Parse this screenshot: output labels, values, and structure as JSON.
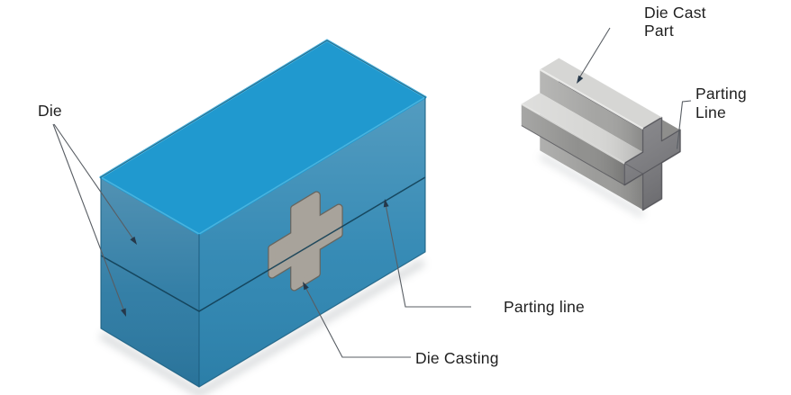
{
  "page": {
    "background": "#ffffff",
    "kind": "die casting process diagram"
  },
  "labels": {
    "die": "Die",
    "parting_line_box": "Parting line",
    "die_casting": "Die Casting",
    "die_cast_part": [
      "Die Cast",
      "Part"
    ],
    "parting_line_part": [
      "Parting",
      "Line"
    ]
  },
  "colors": {
    "box_top": "#2099cf",
    "box_front": "#2e86b2",
    "box_left": "#2c7aa3",
    "box_edge_highlight": "#63c4e9",
    "box_outline": "#1b5f81",
    "parting_line": "#123f55",
    "casting_cross_fill": "#a8a39b",
    "casting_cross_rim": "#68655e",
    "part_gray_light": "#d6d6d4",
    "part_gray_mid": "#a3a3a1",
    "part_gray_deep": "#8e8e8c",
    "part_gray_body": "#9a9a98",
    "part_gray_end": "#7f7f83",
    "part_gray_notch": "#5e5e62",
    "part_edge_dark": "#55555a",
    "leader_line": "#585d63",
    "arrow_head": "#26384a",
    "label_text": "#1f1f1f"
  }
}
